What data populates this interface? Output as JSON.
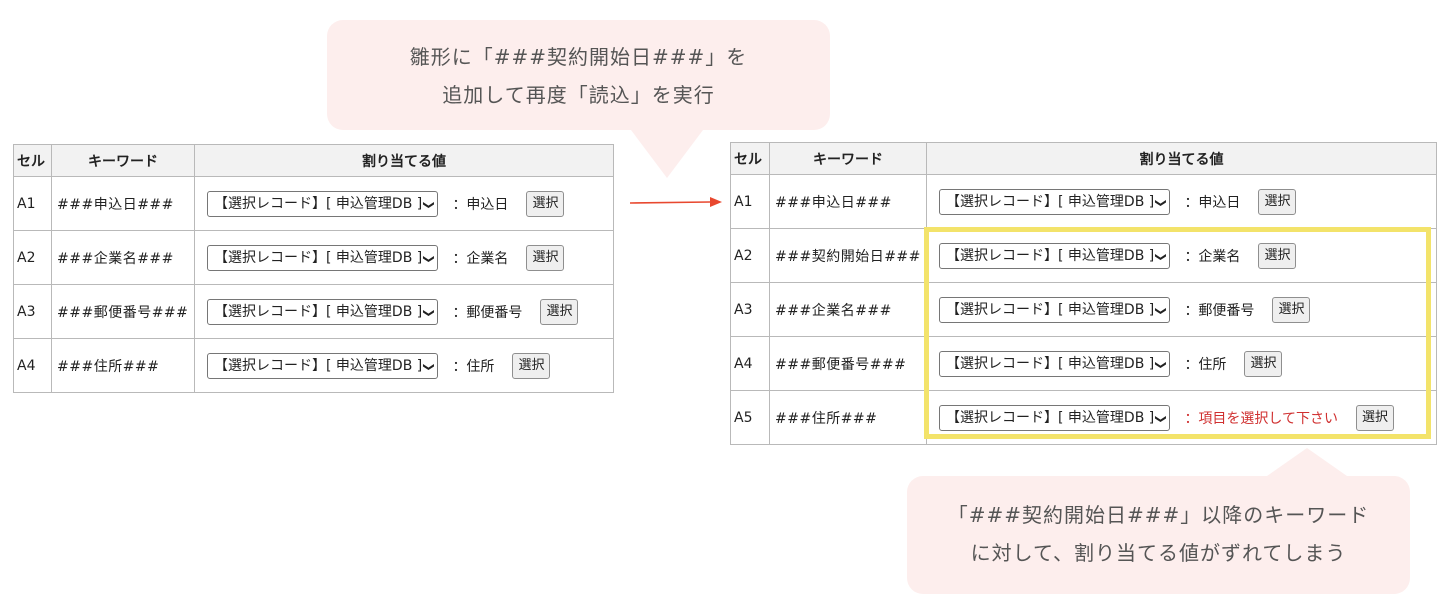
{
  "callout_top": {
    "line1": "雛形に「###契約開始日###」を",
    "line2": "追加して再度「読込」を実行"
  },
  "callout_bottom": {
    "line1": "「###契約開始日###」以降のキーワード",
    "line2": "に対して、割り当てる値がずれてしまう"
  },
  "headers": {
    "cell": "セル",
    "keyword": "キーワード",
    "value": "割り当てる値"
  },
  "select_value": "【選択レコード】[ 申込管理DB ]",
  "select_button": "選択",
  "before": {
    "rows": [
      {
        "cell": "A1",
        "keyword": "###申込日###",
        "assigned": "：申込日"
      },
      {
        "cell": "A2",
        "keyword": "###企業名###",
        "assigned": "：企業名"
      },
      {
        "cell": "A3",
        "keyword": "###郵便番号###",
        "assigned": "：郵便番号"
      },
      {
        "cell": "A4",
        "keyword": "###住所###",
        "assigned": "：住所"
      }
    ]
  },
  "after": {
    "rows": [
      {
        "cell": "A1",
        "keyword": "###申込日###",
        "assigned": "：申込日"
      },
      {
        "cell": "A2",
        "keyword": "###契約開始日###",
        "assigned": "：企業名"
      },
      {
        "cell": "A3",
        "keyword": "###企業名###",
        "assigned": "：郵便番号"
      },
      {
        "cell": "A4",
        "keyword": "###郵便番号###",
        "assigned": "：住所"
      },
      {
        "cell": "A5",
        "keyword": "###住所###",
        "assigned": "：項目を選択して下さい",
        "error": true
      }
    ]
  },
  "colors": {
    "callout_bg": "#fdeeed",
    "arrow": "#e8482f",
    "highlight": "#f3e36a",
    "error_text": "#d03030"
  }
}
